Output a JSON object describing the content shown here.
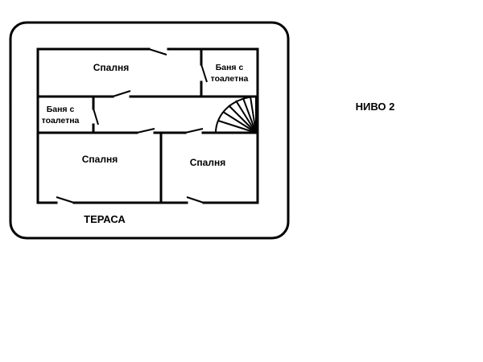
{
  "plan": {
    "level_label": "НИВО 2",
    "rooms": {
      "bedroom_top": "Спалня",
      "bath_top_right_line1": "Баня с",
      "bath_top_right_line2": "тоалетна",
      "bath_left_line1": "Баня с",
      "bath_left_line2": "тоалетна",
      "bedroom_bottom_left": "Спалня",
      "bedroom_bottom_right": "Спалня"
    },
    "terrace": "ТЕРАСА"
  },
  "colors": {
    "walls": "#000000",
    "background": "#ffffff"
  }
}
